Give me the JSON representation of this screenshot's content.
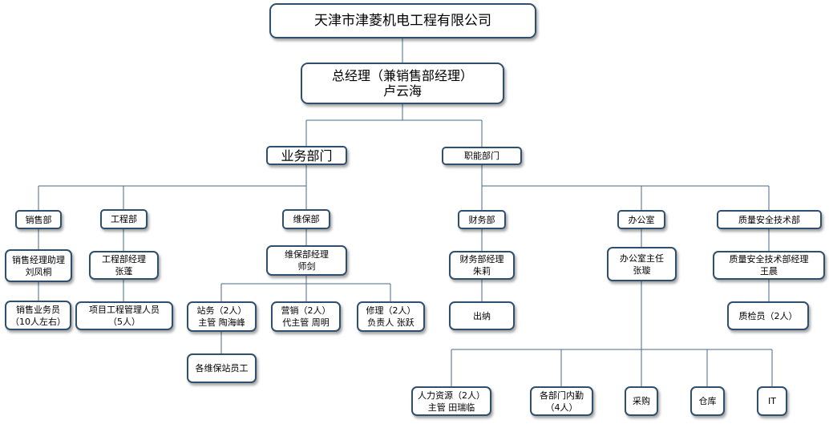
{
  "company": "天津市津菱机电工程有限公司",
  "gm": {
    "title": "总经理（兼销售部经理）",
    "name": "卢云海"
  },
  "business": {
    "label": "业务部门",
    "sales": {
      "label": "销售部",
      "manager": [
        "销售经理助理",
        "刘凤桐"
      ],
      "staff": [
        "销售业务员",
        "（10人左右）"
      ]
    },
    "engineering": {
      "label": "工程部",
      "manager": [
        "工程部经理",
        "张蓬"
      ],
      "staff": [
        "项目工程管理人员",
        "（5人）"
      ]
    },
    "maintenance": {
      "label": "维保部",
      "manager": [
        "维保部经理",
        "师剑"
      ],
      "station": [
        "站务（2人）",
        "主管 陶海峰"
      ],
      "station_staff": "各维保站员工",
      "marketing": [
        "营销（2人）",
        "代主管  周明"
      ],
      "repair": [
        "修理（2人）",
        "负责人  张跃"
      ]
    }
  },
  "functional": {
    "label": "职能部门",
    "finance": {
      "label": "财务部",
      "manager": [
        "财务部经理",
        "朱莉"
      ],
      "cashier": "出纳"
    },
    "office": {
      "label": "办公室",
      "manager": [
        "办公室主任",
        "张璇"
      ],
      "hr": [
        "人力资源（2人）",
        "主管  田瑞临"
      ],
      "attendance": [
        "各部门内勤",
        "（4人）"
      ],
      "purchasing": "采购",
      "warehouse": "仓库",
      "it": "IT"
    },
    "quality": {
      "label": "质量安全技术部",
      "manager": [
        "质量安全技术部经理",
        "王晨"
      ],
      "inspector": "质检员（2人）"
    }
  }
}
